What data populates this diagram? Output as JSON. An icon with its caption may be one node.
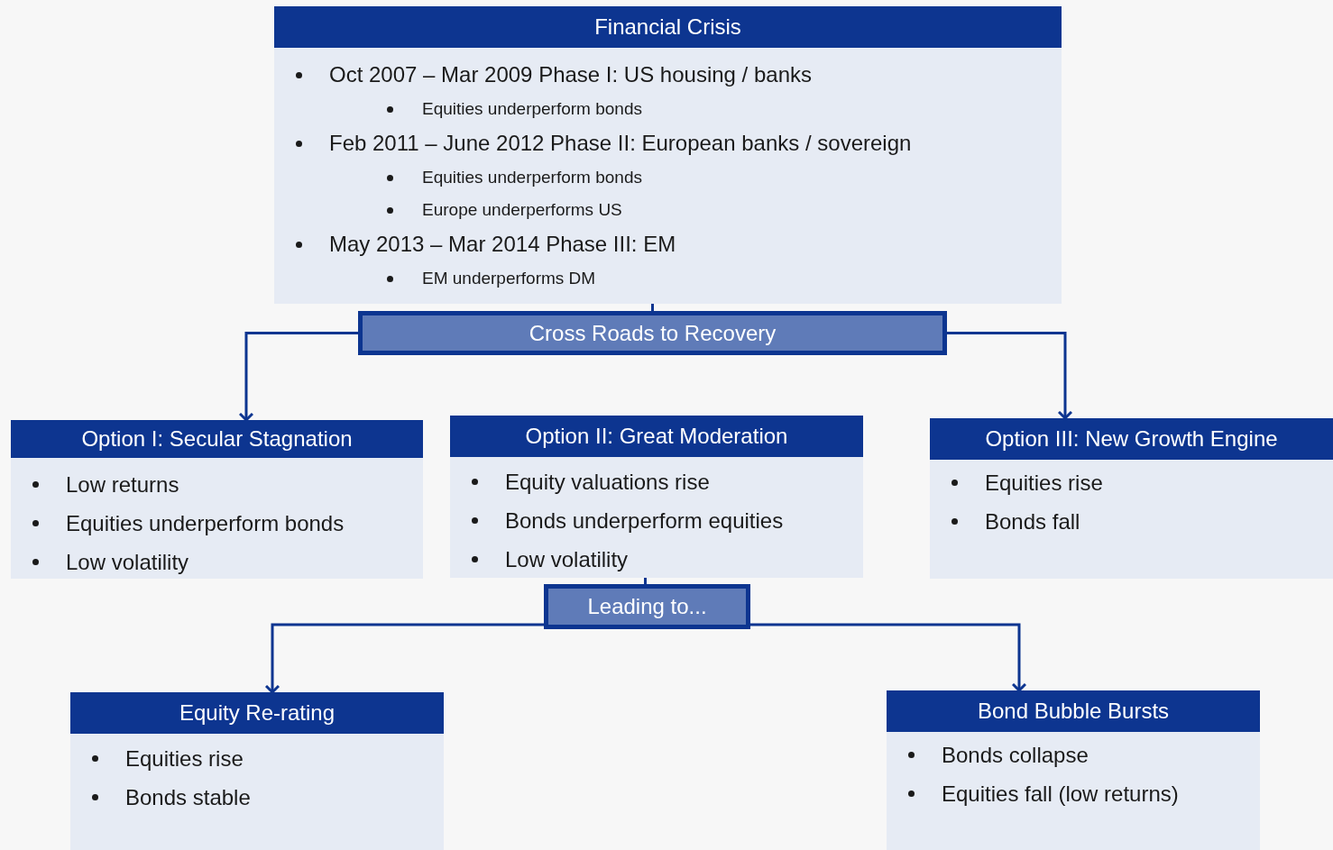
{
  "diagram": {
    "nodes": [
      {
        "text": [
          "Financial Crisis",
          "Oct 2007 – Mar 2009 Phase I: US housing / banks",
          "Equities underperform bonds",
          "Feb 2011 – June 2012 Phase II: European banks / sovereign",
          "Equities underperform bonds",
          "Europe underperforms US",
          "May 2013 – Mar 2014 Phase III: EM",
          "EM underperforms DM"
        ]
      },
      {
        "text": [
          "Cross Roads to Recovery"
        ]
      },
      {
        "text": [
          "Option I: Secular Stagnation",
          "Low returns",
          "Equities underperform bonds",
          "Low volatility"
        ]
      },
      {
        "text": [
          "Option II: Great Moderation",
          "Equity valuations rise",
          "Bonds underperform equities",
          "Low volatility"
        ]
      },
      {
        "text": [
          "Option III: New Growth Engine",
          "Equities rise",
          "Bonds fall"
        ]
      },
      {
        "text": [
          "Leading to..."
        ]
      },
      {
        "text": [
          "Equity Re-rating",
          "Equities rise",
          "Bonds stable"
        ]
      },
      {
        "text": [
          "Bond Bubble Bursts",
          "Bonds collapse",
          "Equities fall (low returns)"
        ]
      }
    ],
    "edges": [
      {
        "from": 0,
        "to": 1,
        "arrow": "none"
      },
      {
        "from": 1,
        "to": 2,
        "arrow": "to"
      },
      {
        "from": 1,
        "to": 4,
        "arrow": "to"
      },
      {
        "from": 3,
        "to": 5,
        "arrow": "none"
      },
      {
        "from": 5,
        "to": 6,
        "arrow": "to"
      },
      {
        "from": 5,
        "to": 7,
        "arrow": "to"
      }
    ]
  }
}
